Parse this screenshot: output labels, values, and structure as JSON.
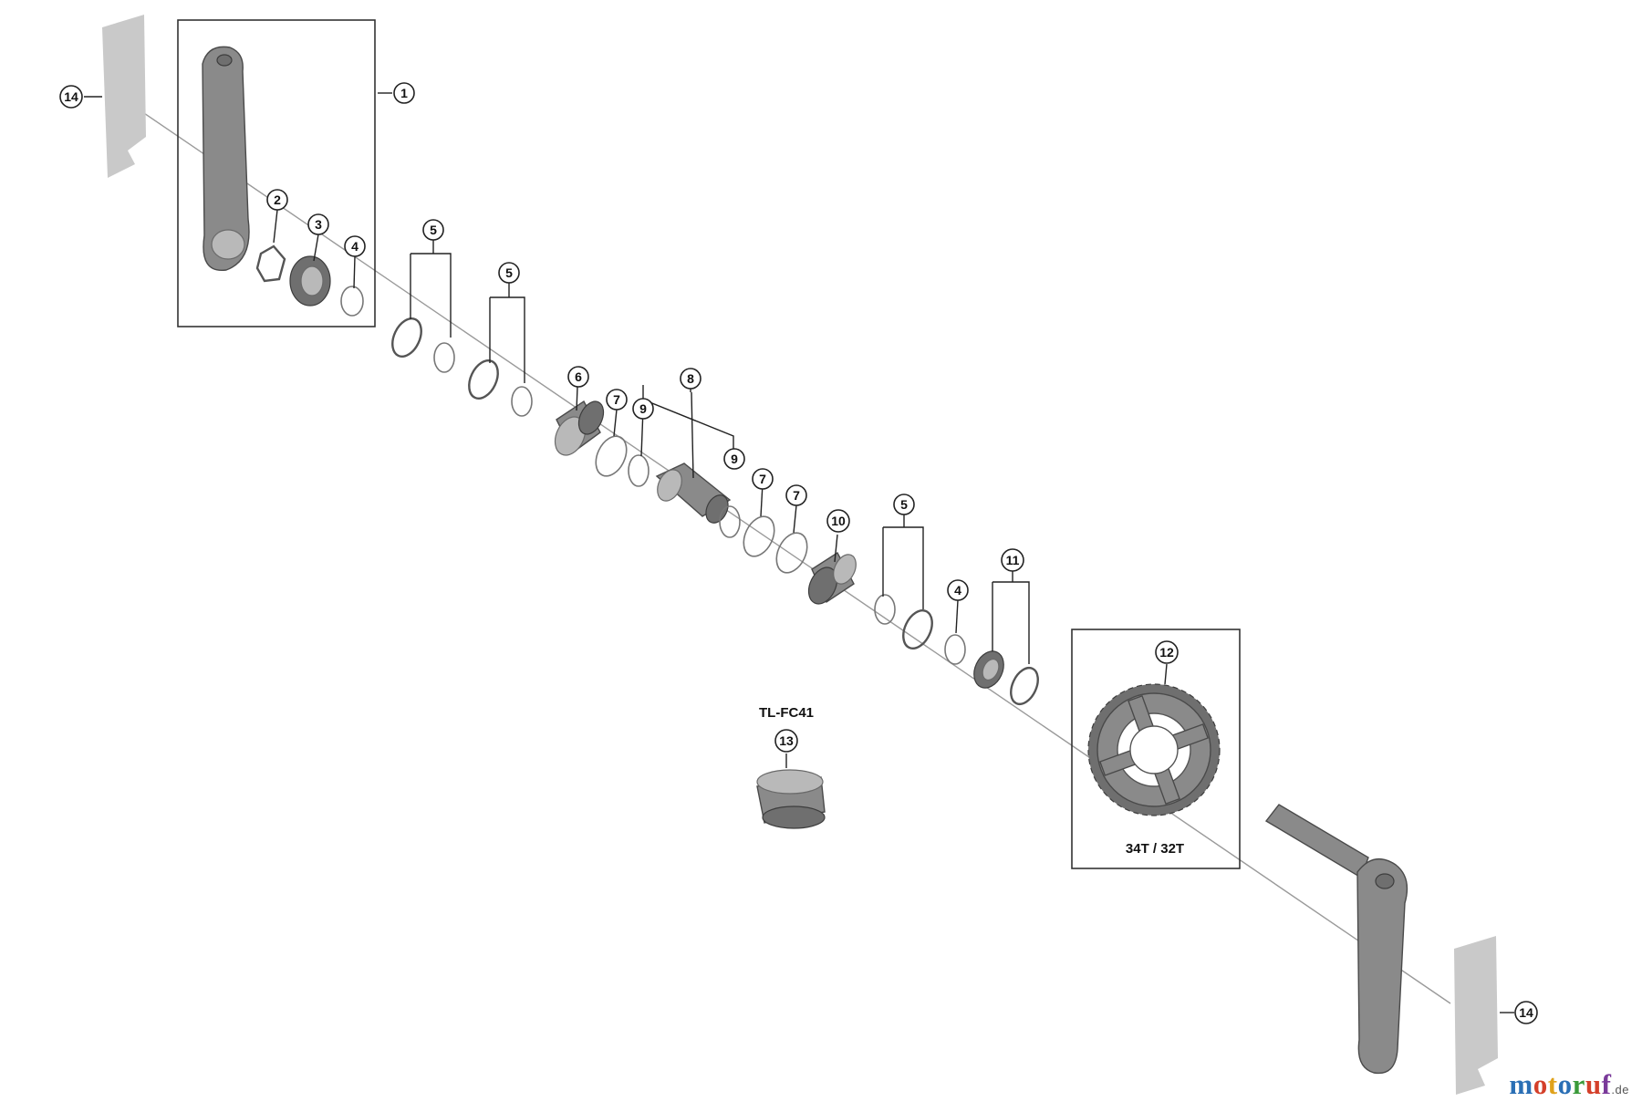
{
  "diagram": {
    "tool_label": "TL-FC41",
    "chainring_label": "34T / 32T",
    "callouts": [
      "1",
      "2",
      "3",
      "4",
      "5",
      "5",
      "6",
      "7",
      "8",
      "9",
      "9",
      "7",
      "7",
      "10",
      "5",
      "4",
      "11",
      "12",
      "13",
      "14",
      "14"
    ]
  },
  "watermark": {
    "letters": [
      "m",
      "o",
      "t",
      "o",
      "r",
      "u",
      "f"
    ],
    "letter_colors": [
      "#2a6fb5",
      "#d4402a",
      "#e0a21b",
      "#2a6fb5",
      "#3a9a3a",
      "#d4402a",
      "#7a3a9a"
    ],
    "suffix": ".de"
  }
}
